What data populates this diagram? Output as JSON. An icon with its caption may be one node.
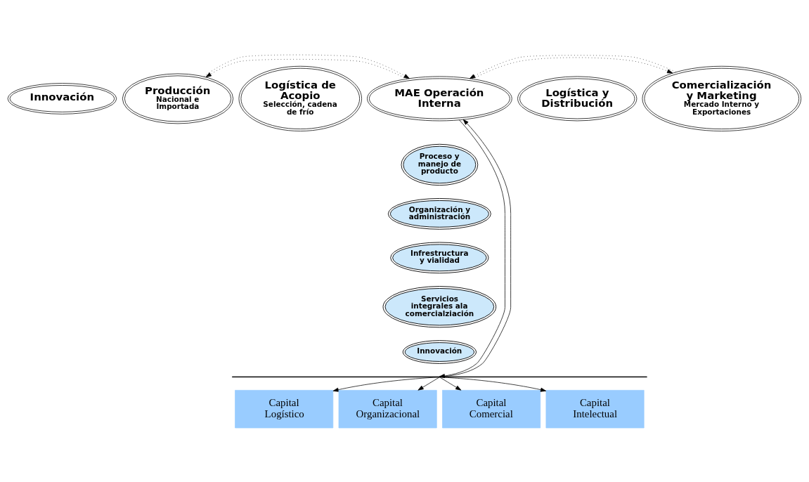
{
  "diagram": {
    "nodes": [
      {
        "text": [
          "Innovación"
        ]
      },
      {
        "text": [
          "Producción",
          "Nacional e Importada"
        ]
      },
      {
        "text": [
          "Logística de Acopio",
          "Selección, cadena de frío"
        ]
      },
      {
        "text": [
          "MAE Operación Interna"
        ]
      },
      {
        "text": [
          "Logística y Distribución"
        ]
      },
      {
        "text": [
          "Comercialización y Marketing",
          "Mercado Interno y Exportaciones"
        ]
      },
      {
        "text": [
          "Proceso y manejo de producto"
        ]
      },
      {
        "text": [
          "Organización y administración"
        ]
      },
      {
        "text": [
          "Infrestructura y vialidad"
        ]
      },
      {
        "text": [
          "Servicios integrales ala comercialziación"
        ]
      },
      {
        "text": [
          "Innovación"
        ]
      },
      {
        "text": [],
        "shape": "bar"
      },
      {
        "text": [
          "Capital Logístico"
        ]
      },
      {
        "text": [
          "Capital Organizacional"
        ]
      },
      {
        "text": [
          "Capital Comercial"
        ]
      },
      {
        "text": [
          "Capital Intelectual"
        ]
      }
    ],
    "edges": [
      {
        "from": 3,
        "to": 1,
        "arrow": "to",
        "style": "dashed"
      },
      {
        "from": 1,
        "to": 3,
        "arrow": "to",
        "style": "dashed"
      },
      {
        "from": 3,
        "to": 5,
        "arrow": "to",
        "style": "dashed"
      },
      {
        "from": 5,
        "to": 3,
        "arrow": "to",
        "style": "dashed"
      },
      {
        "from": 3,
        "to": 11,
        "arrow": "to"
      },
      {
        "from": 11,
        "to": 3,
        "arrow": "to"
      },
      {
        "from": 11,
        "to": 12,
        "arrow": "to"
      },
      {
        "from": 11,
        "to": 13,
        "arrow": "to"
      },
      {
        "from": 11,
        "to": 14,
        "arrow": "to"
      },
      {
        "from": 11,
        "to": 15,
        "arrow": "to"
      }
    ]
  }
}
